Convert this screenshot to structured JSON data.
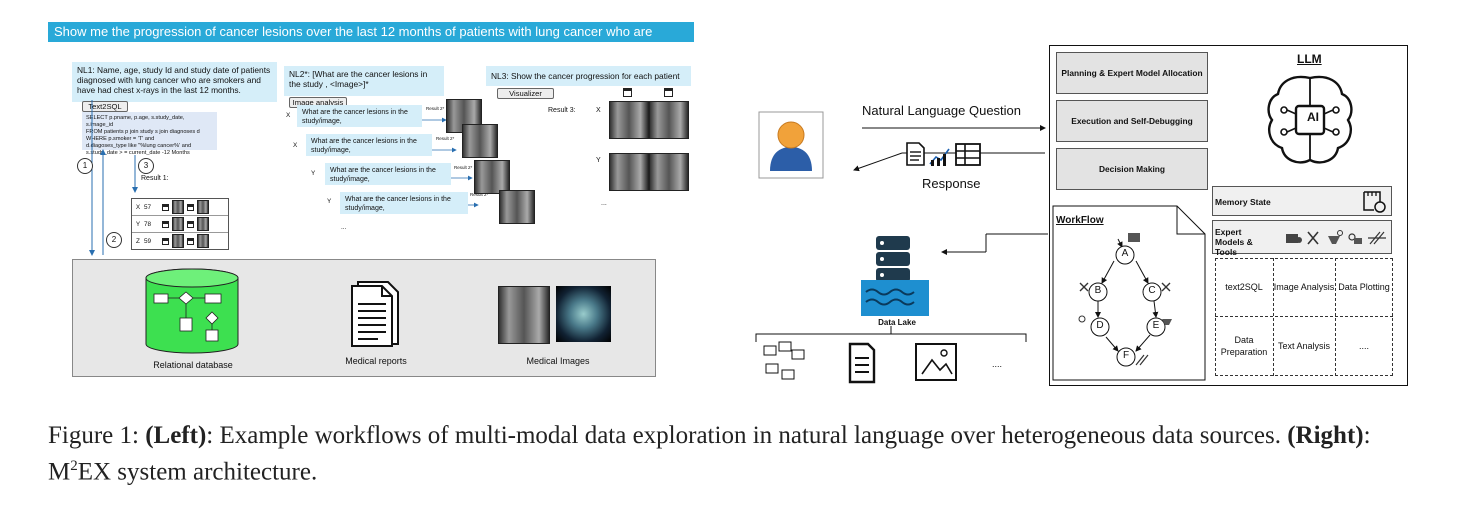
{
  "left": {
    "query": "Show me the progression of cancer lesions over the last 12 months of patients with lung cancer who are smokers.",
    "nl1": "NL1: Name, age, study Id and study date of patients diagnosed with lung cancer who are smokers and have had chest x-rays in the last 12 months.",
    "text2sql_label": "Text2SQL",
    "sql_lines": [
      "SELECT p.pname, p.age, s.study_date, s.image_id",
      "FROM patients p  join study s  join diagnoses d",
      "WHERE  p.smoker = 'T' and",
      "d.diagoses_type like \"%lung cancer%' and",
      "s.study_date > = current_date -12 Months"
    ],
    "step_labels": [
      "1",
      "2",
      "3"
    ],
    "result1_label": "Result 1:",
    "result1_rows": [
      {
        "id": "X",
        "val": "57"
      },
      {
        "id": "Y",
        "val": "78"
      },
      {
        "id": "Z",
        "val": "59"
      }
    ],
    "nl2": "NL2*: [What are the cancer lesions in the study , <Image>]*",
    "image_analysis_label": "Image analysis",
    "nl2_rows": [
      {
        "id": "X",
        "q": "What are the cancer lesions in the study/image,"
      },
      {
        "id": "X",
        "q": "What are the cancer lesions in the study/image,"
      },
      {
        "id": "Y",
        "q": "What are the cancer lesions in the study/image,"
      },
      {
        "id": "Y",
        "q": "What are the cancer lesions in the study/image,"
      }
    ],
    "result2_label": "Result 2*",
    "ellipsis": "...",
    "nl3": "NL3: Show the cancer progression for each patient",
    "visualizer_label": "Visualizer",
    "result3_label": "Result 3:",
    "result3_rows": [
      "X",
      "Y"
    ],
    "sources": [
      "Relational database",
      "Medical reports",
      "Medical Images"
    ]
  },
  "right": {
    "question_label": "Natural Language Question",
    "response_label": "Response",
    "llm_title": "LLM",
    "modules": [
      "Planning & Expert Model Allocation",
      "Execution and Self-Debugging",
      "Decision Making"
    ],
    "memory_state": "Memory State",
    "expert_models": "Expert Models & Tools",
    "workflow_title": "WorkFlow",
    "workflow_nodes": [
      "A",
      "B",
      "C",
      "D",
      "E",
      "F"
    ],
    "data_lake": "Data Lake",
    "lake_ellipsis": "....",
    "tools": [
      "text2SQL",
      "Image Analysis",
      "Data Plotting",
      "Data Preparation",
      "Text Analysis",
      "...."
    ],
    "ai_label": "AI"
  },
  "caption": {
    "fig": "Figure 1:",
    "left_bold": "(Left)",
    "left_text": ": Example workflows of multi-modal data exploration in natural language over heterogeneous data sources.",
    "right_bold": "(Right)",
    "right_text_pre": ": M",
    "right_sup": "2",
    "right_text_post": "EX system architecture."
  },
  "colors": {
    "banner": "#29a9d8",
    "nl_box": "#d5eef9",
    "arrow": "#2a6fb0",
    "db_green": "#3de050",
    "water": "#1e8fd0"
  }
}
